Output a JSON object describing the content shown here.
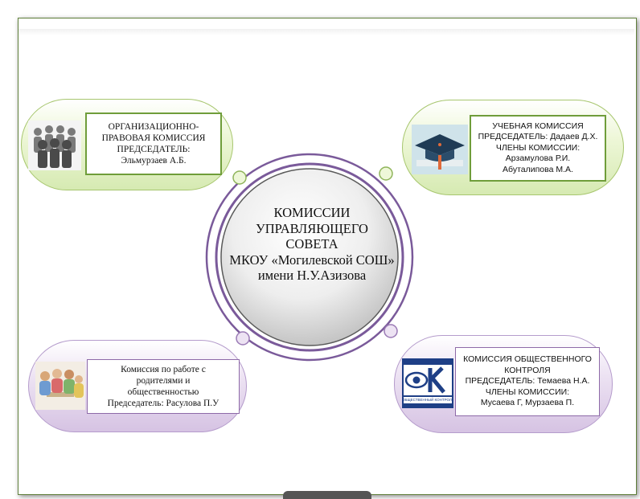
{
  "center": {
    "lines": [
      "КОМИССИИ",
      "УПРАВЛЯЮЩЕГО",
      "СОВЕТА",
      "МКОУ «Могилевской СОШ»",
      "имени Н.У.Азизова"
    ]
  },
  "nodes": {
    "top_left": {
      "lines": [
        "ОРГАНИЗАЦИОННО-",
        "ПРАВОВАЯ КОМИССИЯ",
        "ПРЕДСЕДАТЕЛЬ:",
        "Эльмурзаев А.Б."
      ],
      "icon": "people-group-icon"
    },
    "top_right": {
      "lines": [
        "УЧЕБНАЯ КОМИССИЯ",
        "ПРЕДСЕДАТЕЛЬ: Дадаев Д.Х.",
        "ЧЛЕНЫ КОМИССИИ:",
        "Арзамулова Р.И.",
        "Абуталипова М.А."
      ],
      "icon": "graduation-cap-icon"
    },
    "bottom_left": {
      "lines": [
        "Комиссия по работе с",
        "родителями и",
        "общественностью",
        "Председатель: Расулова П.У"
      ],
      "icon": "meeting-people-icon"
    },
    "bottom_right": {
      "lines": [
        "КОМИССИЯ ОБЩЕСТВЕННОГО",
        "КОНТРОЛЯ",
        "ПРЕДСЕДАТЕЛЬ:  Темаева Н.А.",
        "ЧЛЕНЫ КОМИССИИ:",
        "Мусаева Г,  Мурзаева П."
      ],
      "icon": "public-control-logo",
      "logo_text": "ОК",
      "logo_caption": "ОБЩЕСТВЕННЫЙ КОНТРОЛЬ"
    }
  },
  "colors": {
    "green_fill": "#d6eab2",
    "green_border": "#6f9d3a",
    "purple_fill": "#d6c3e3",
    "purple_border": "#8e6aa8",
    "ring": "#7a5a9a"
  }
}
